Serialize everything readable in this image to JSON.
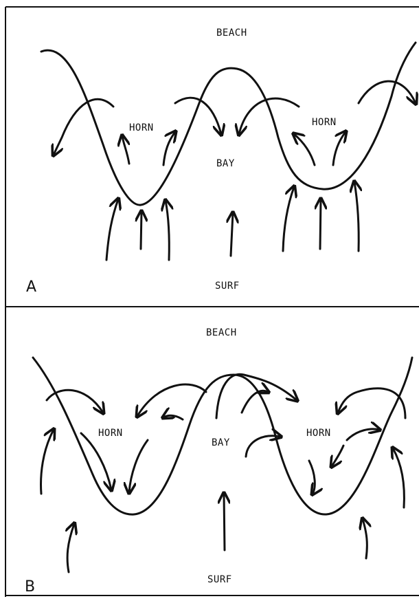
{
  "panels": [
    {
      "letter": "A",
      "labels": {
        "beach": "BEACH",
        "horn_left": "HORN",
        "horn_right": "HORN",
        "bay": "BAY",
        "surf": "SURF"
      }
    },
    {
      "letter": "B",
      "labels": {
        "beach": "BEACH",
        "horn_left": "HORN",
        "bay": "BAY",
        "horn_right": "HORN",
        "surf": "SURF"
      }
    }
  ],
  "colors": {
    "ink": "#111111",
    "paper": "#ffffff"
  }
}
